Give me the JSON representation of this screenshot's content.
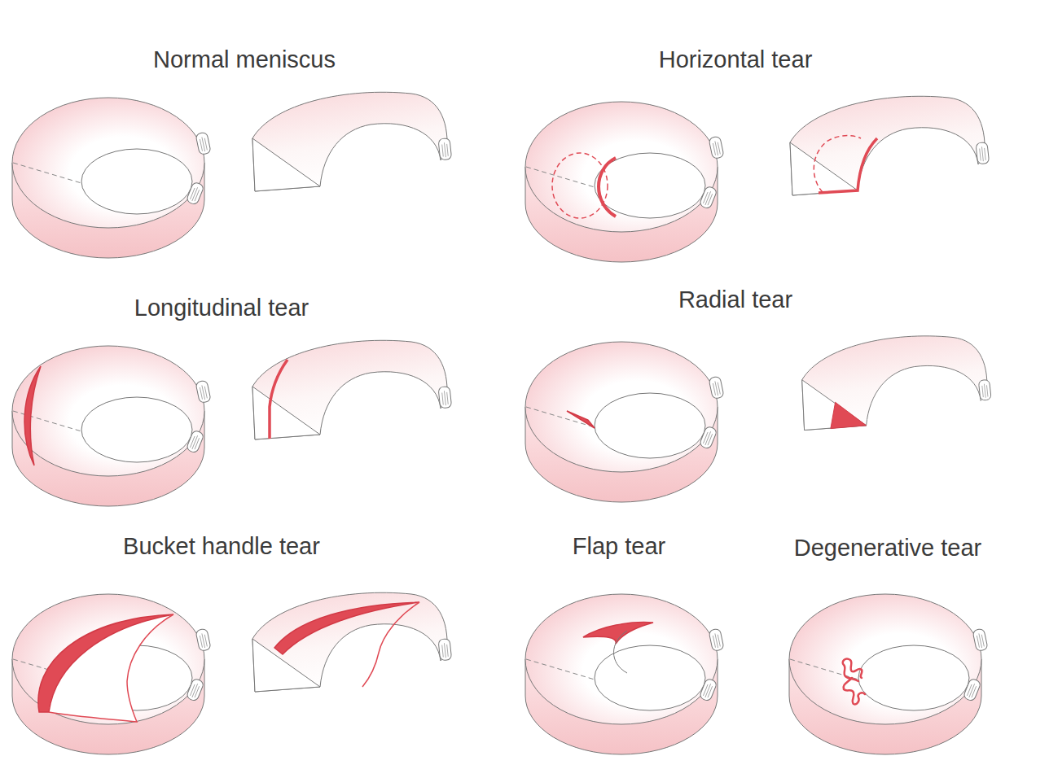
{
  "diagram": {
    "labels": [
      "Normal meniscus",
      "Horizontal tear",
      "Longitudinal tear",
      "Radial tear",
      "Bucket handle tear",
      "Flap tear",
      "Degenerative tear"
    ]
  }
}
